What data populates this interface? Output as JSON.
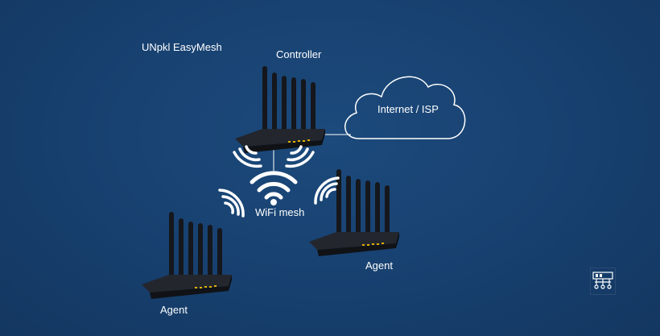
{
  "diagram": {
    "brand_title": "UNpkl EasyMesh",
    "controller_label": "Controller",
    "cloud_label": "Internet / ISP",
    "mesh_label": "WiFi mesh",
    "agent_left_label": "Agent",
    "agent_right_label": "Agent"
  },
  "colors": {
    "background": "#17406f",
    "cloud_stroke": "#ffffff",
    "router_body": "#1a1c22",
    "router_led": "#e0b000",
    "signal": "#ffffff"
  },
  "icons": {
    "router": "router-icon",
    "cloud": "cloud-icon",
    "wifi": "wifi-icon",
    "signal": "signal-arcs-icon",
    "logo": "network-logo-icon"
  }
}
